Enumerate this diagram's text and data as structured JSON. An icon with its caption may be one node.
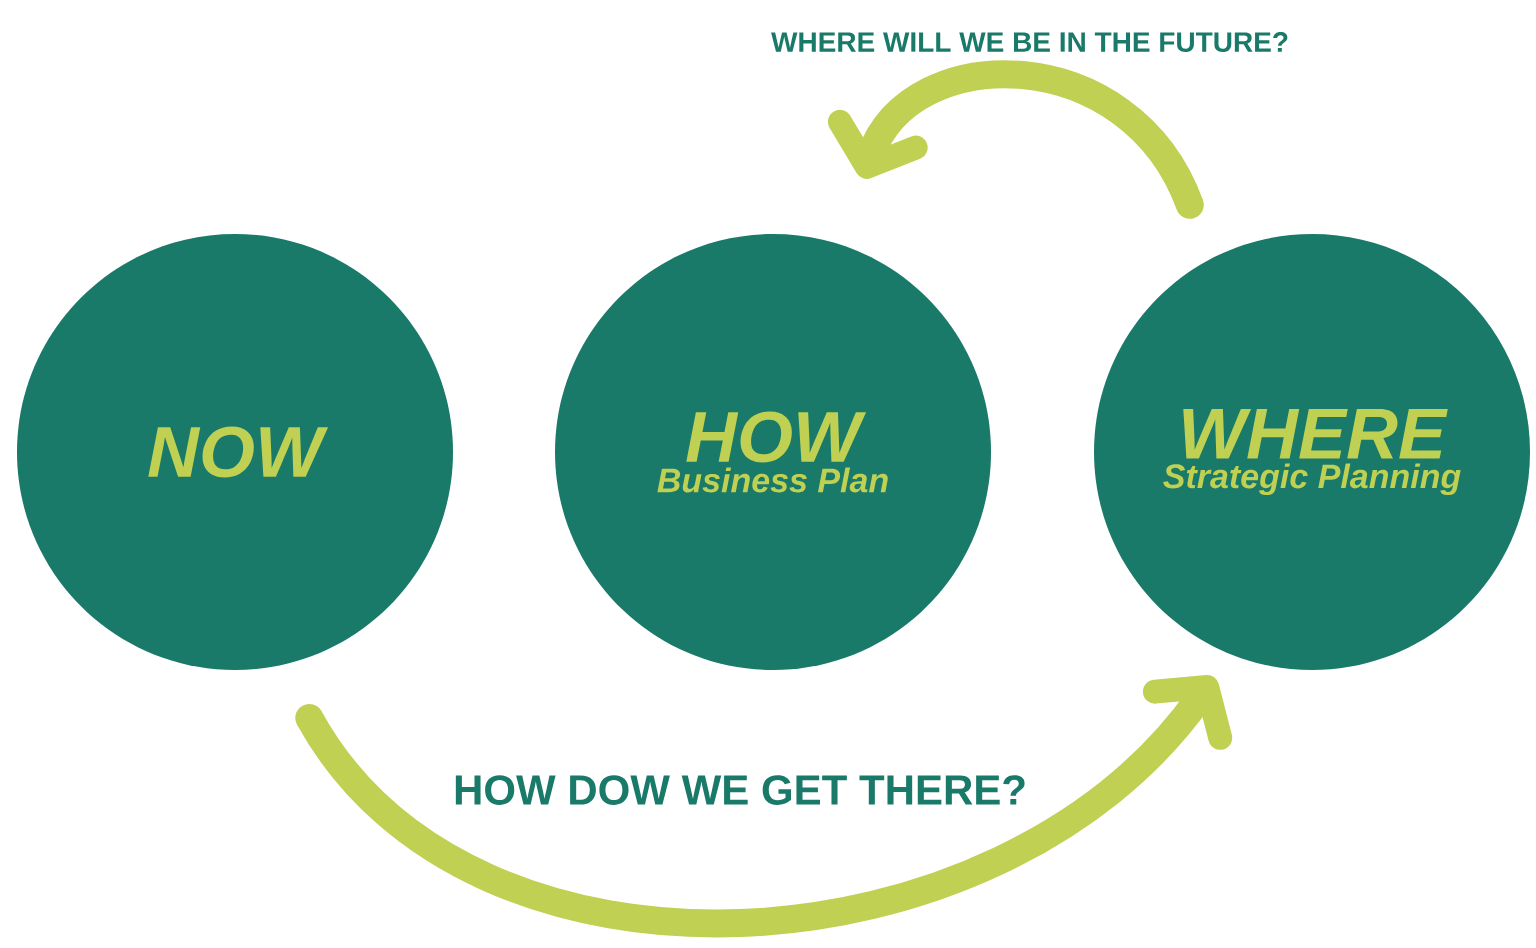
{
  "diagram": {
    "nodes": [
      {
        "text": [
          "NOW"
        ]
      },
      {
        "text": [
          "HOW",
          "Business Plan"
        ]
      },
      {
        "text": [
          "WHERE",
          "Strategic Planning"
        ]
      }
    ],
    "edges": [
      {
        "from": 0,
        "to": 2,
        "arrow": "to",
        "label": "HOW DOW WE GET THERE?"
      },
      {
        "from": 2,
        "to": 1,
        "arrow": "to",
        "label": "WHERE WILL WE BE IN THE FUTURE?"
      }
    ]
  }
}
